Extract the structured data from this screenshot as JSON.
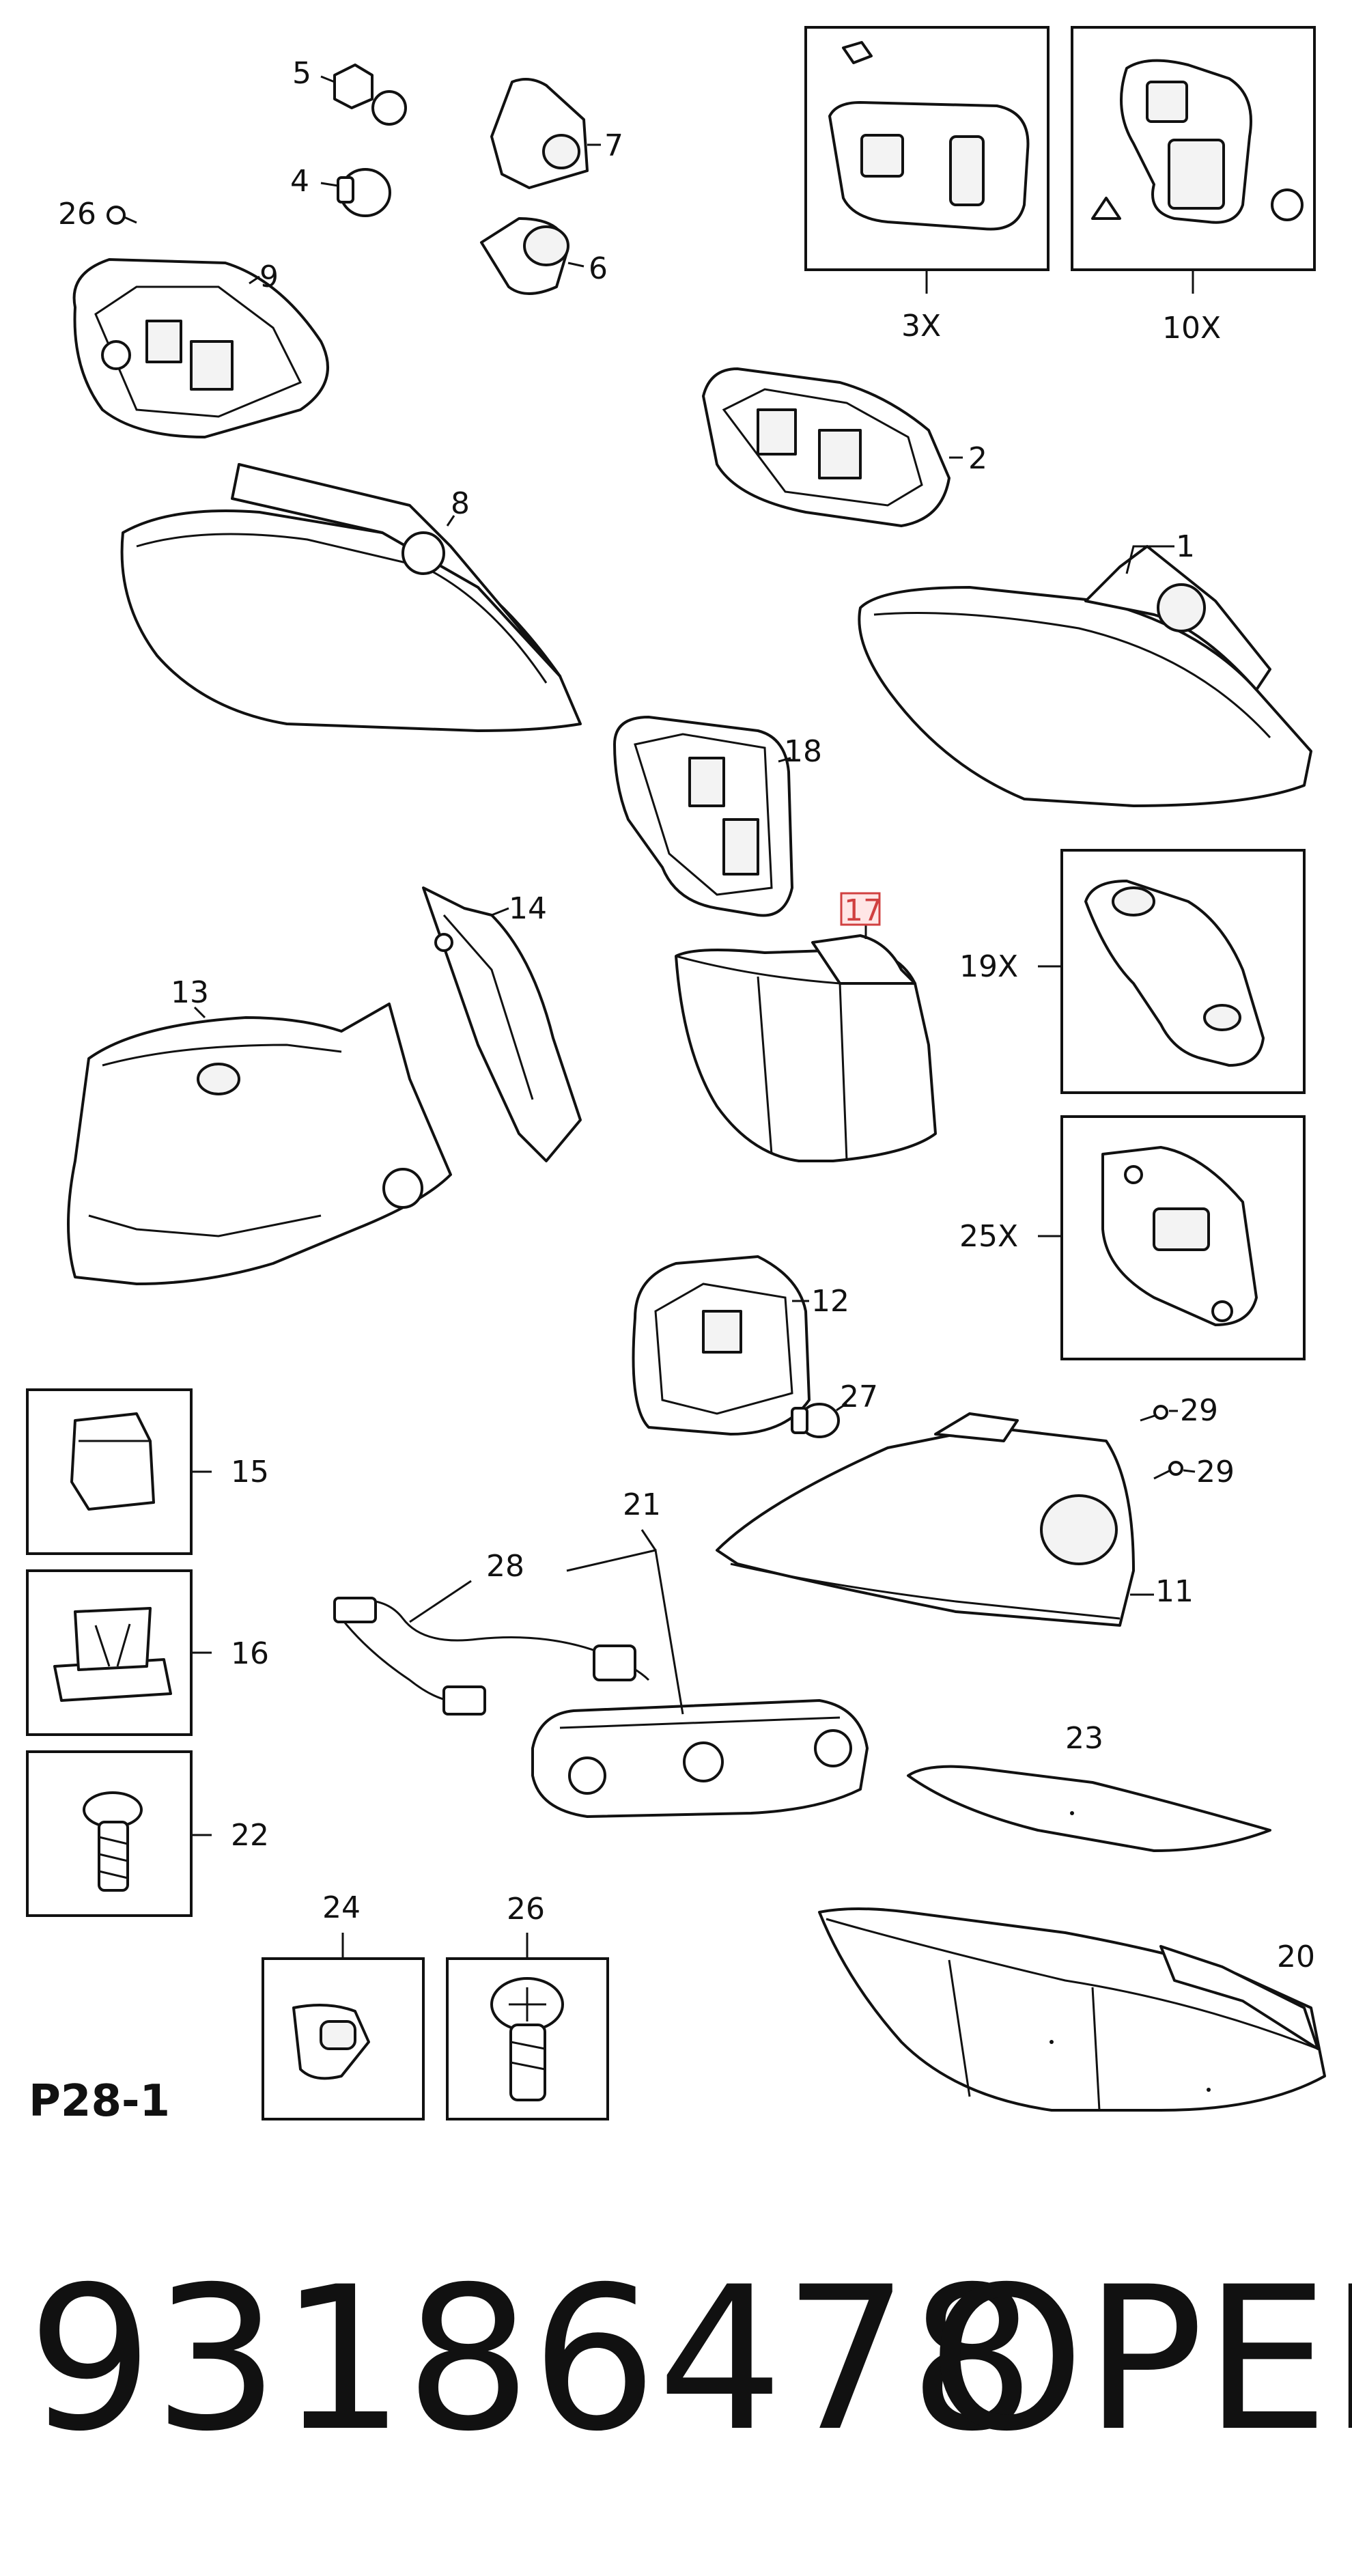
{
  "callouts": {
    "p1": "1",
    "p2": "2",
    "p3": "3X",
    "p4": "4",
    "p5": "5",
    "p6": "6",
    "p7": "7",
    "p8": "8",
    "p9": "9",
    "p10": "10X",
    "p11": "11",
    "p12": "12",
    "p13": "13",
    "p14": "14",
    "p15": "15",
    "p16": "16",
    "p17": "17",
    "p18": "18",
    "p19": "19X",
    "p20": "20",
    "p21": "21",
    "p22": "22",
    "p23": "23",
    "p24": "24",
    "p25": "25X",
    "p26a": "26",
    "p26b": "26",
    "p27": "27",
    "p28": "28",
    "p29a": "29",
    "p29b": "29"
  },
  "highlighted_part": "17",
  "highlight_color": "#d04040",
  "page_code": "P28-1",
  "part_number": "93186478",
  "brand": "OPEL"
}
